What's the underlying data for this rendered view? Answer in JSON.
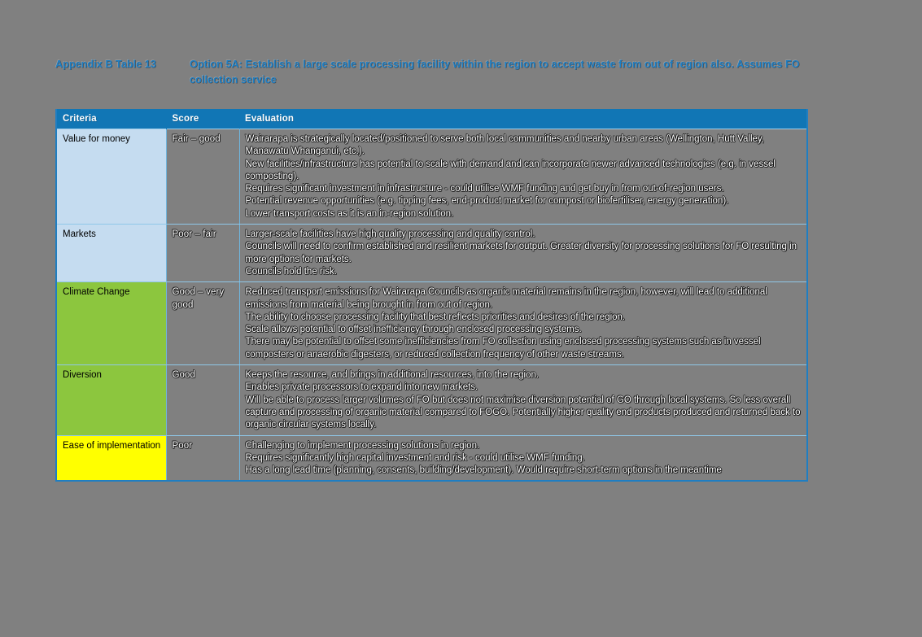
{
  "title": {
    "label": "Appendix B Table 13",
    "text": "Option 5A: Establish a large scale processing facility within the region to accept waste from out of region also.  Assumes FO collection service",
    "color": "#1F7EC2"
  },
  "table": {
    "header_bg": "#1176B5",
    "border_color": "#1F7EC2",
    "columns": [
      "Criteria",
      "Score",
      "Evaluation"
    ],
    "rows": [
      {
        "criteria": "Value for money",
        "criteria_fill": "#C5DCF0",
        "score": "Fair – good",
        "evaluation": [
          "Wairarapa is strategically located/positioned to serve both local communities and nearby urban areas (Wellington, Hutt Valley, Manawatu Whanganui, etc.).",
          "New facilities/infrastructure has potential to scale with demand and can incorporate newer advanced technologies (e.g. in vessel composting).",
          "Requires significant investment in infrastructure - could utilise WMF funding and get buy in from out-of-region users.",
          "Potential revenue opportunities (e.g. tipping fees, end-product market for compost or biofertiliser, energy generation).",
          "Lower transport costs as it is an in-region solution."
        ]
      },
      {
        "criteria": "Markets",
        "criteria_fill": "#C5DCF0",
        "score": "Poor – fair",
        "evaluation": [
          " Larger-scale facilities have high quality processing and quality control.",
          "Councils will need to confirm established and resilient markets for output. Greater diversity for processing solutions for FO resulting in more options for markets.",
          "Councils hold the risk."
        ]
      },
      {
        "criteria": "Climate Change",
        "criteria_fill": "#8CC63E",
        "score": "Good – very good",
        "evaluation": [
          "Reduced transport emissions for Wairarapa Councils as organic material remains in the region, however, will lead to additional emissions from material being brought in from out of region.",
          "The ability to choose processing facility that best reflects priorities and desires of the region.",
          "Scale allows potential to offset inefficiency through enclosed processing systems.",
          "There may be potential to offset some inefficiencies from FO collection using enclosed processing systems such as in vessel composters or anaerobic digesters, or reduced collection frequency of other waste streams."
        ]
      },
      {
        "criteria": "Diversion",
        "criteria_fill": "#8CC63E",
        "score": "Good",
        "evaluation": [
          "Keeps the resource, and brings in additional resources, into the region.",
          "Enables private processors to expand into new markets.",
          "Will be able to process larger volumes of FO but does not maximise diversion potential of GO through local systems. So less overall capture and processing of organic material compared to FOGO. Potentially higher quality end products produced and returned back to organic circular systems locally."
        ]
      },
      {
        "criteria": "Ease of implementation",
        "criteria_fill": "#FFFF00",
        "score": "Poor",
        "evaluation": [
          "Challenging to implement processing solutions in region.",
          "Requires significantly high capital investment and risk - could utilise WMF funding.",
          "Has a long lead time (planning, consents, building/development). Would require short-term options in the meantime"
        ]
      }
    ]
  }
}
